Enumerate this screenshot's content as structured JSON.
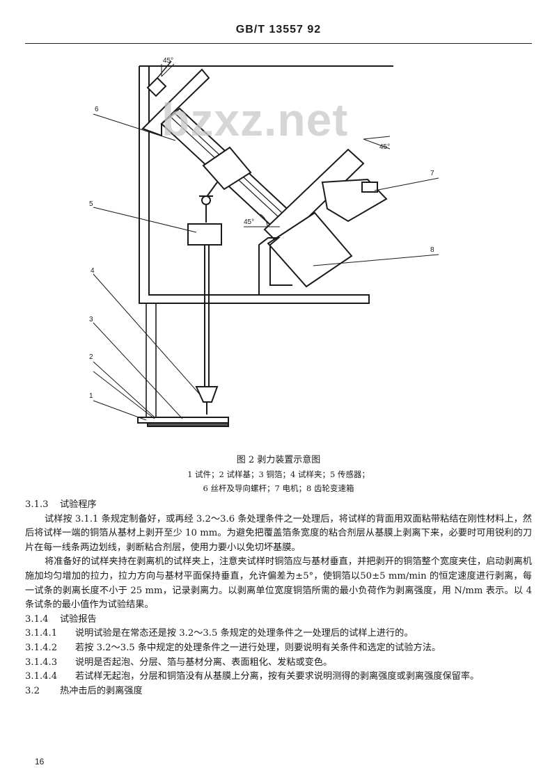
{
  "header": {
    "standard": "GB/T 13557  92"
  },
  "watermark": "bzxz.net",
  "figure": {
    "angle_labels": [
      "45°",
      "45°",
      "45°"
    ],
    "part_numbers": [
      "6",
      "7",
      "5",
      "8",
      "4",
      "3",
      "2",
      "1"
    ],
    "title": "图 2   剥力装置示意图",
    "legend_line1": "1  试件；2  试样基；3  铜箔；4  试样夹；5  传感器；",
    "legend_line2": "6  丝杆及导向螺杆；7  电机；8  齿轮变速箱"
  },
  "sections": [
    {
      "type": "heading",
      "num": "3.1.3",
      "text": "试验程序"
    },
    {
      "type": "para",
      "text": "试样按 3.1.1 条规定制备好，或再经 3.2～3.6 条处理条件之一处理后，将试样的背面用双面粘带粘结在刚性材料上，然后将试样一端的铜箔从基材上剥开至少 10 mm。为避免把覆盖箔条宽度的粘合剂层从基膜上剥离下来，必要时可用锐利的刀片在每一线条两边划线，剥断粘合剂层，使用力要小以免切坏基膜。"
    },
    {
      "type": "para",
      "text": "将准备好的试样夹持在剥离机的试样夹上，注意夹试样时铜箔应与基材垂直，并把剥开的铜箔整个宽度夹住，启动剥离机施加均匀增加的拉力，拉力方向与基材平面保持垂直，允许偏差为±5°，使铜箔以50±5 mm/min 的恒定速度进行剥离，每一试条的剥离长度不小于 25 mm，记录剥离力。以剥离单位宽度铜箔所需的最小负荷作为剥离强度，用 N/mm 表示。以 4 条试条的最小值作为试验结果。"
    },
    {
      "type": "heading",
      "num": "3.1.4",
      "text": "试验报告"
    },
    {
      "type": "item",
      "num": "3.1.4.1",
      "text": "说明试验是在常态还是按 3.2～3.5 条规定的处理条件之一处理后的试样上进行的。"
    },
    {
      "type": "item",
      "num": "3.1.4.2",
      "text": "若按 3.2～3.5 条中规定的处理条件之一进行处理，则要说明有关条件和选定的试验方法。"
    },
    {
      "type": "item",
      "num": "3.1.4.3",
      "text": "说明是否起泡、分层、箔与基材分离、表面粗化、发粘或变色。"
    },
    {
      "type": "item",
      "num": "3.1.4.4",
      "text": "若试样无起泡，分层和铜箔没有从基膜上分离，按有关要求说明测得的剥离强度或剥离强度保留率。"
    },
    {
      "type": "heading",
      "num": "3.2",
      "text": "热冲击后的剥离强度"
    }
  ],
  "page_number": "16"
}
